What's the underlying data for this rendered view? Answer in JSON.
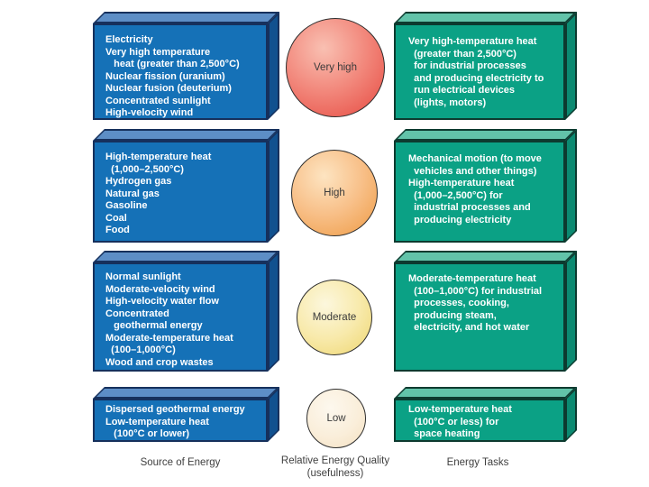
{
  "diagram": {
    "description": "Relative energy quality diagram with four quality levels linking energy sources to energy tasks"
  },
  "columns": {
    "source_label": "Source of Energy",
    "quality_label": "Relative Energy Quality\n(usefulness)",
    "tasks_label": "Energy Tasks"
  },
  "rows": [
    {
      "quality": "Very high",
      "source_text": "Electricity\nVery high temperature\n   heat (greater than 2,500°C)\nNuclear fission (uranium)\nNuclear fusion (deuterium)\nConcentrated sunlight\nHigh-velocity wind",
      "tasks_text": "Very high-temperature heat\n  (greater than 2,500°C)\n  for industrial processes\n  and producing electricity to\n  run electrical devices\n  (lights, motors)"
    },
    {
      "quality": "High",
      "source_text": "High-temperature heat\n  (1,000–2,500°C)\nHydrogen gas\nNatural gas\nGasoline\nCoal\nFood",
      "tasks_text": "Mechanical motion (to move\n  vehicles and other things)\nHigh-temperature heat\n  (1,000–2,500°C) for\n  industrial processes and\n  producing electricity"
    },
    {
      "quality": "Moderate",
      "source_text": "Normal sunlight\nModerate-velocity wind\nHigh-velocity water flow\nConcentrated\n   geothermal energy\nModerate-temperature heat\n  (100–1,000°C)\nWood and crop wastes",
      "tasks_text": "Moderate-temperature heat\n  (100–1,000°C) for industrial\n  processes, cooking,\n  producing steam,\n  electricity, and hot water"
    },
    {
      "quality": "Low",
      "source_text": "Dispersed geothermal energy\nLow-temperature heat\n   (100°C or lower)",
      "tasks_text": "Low-temperature heat\n  (100°C or less) for\n  space heating"
    }
  ],
  "colors": {
    "source_box_face": "#1571b7",
    "source_box_top": "#5d8ec6",
    "source_box_side": "#11518f",
    "source_box_border": "#16305c",
    "task_box_face": "#0ba185",
    "task_box_top": "#62c3a9",
    "task_box_side": "#0b8a71",
    "task_box_border": "#0d3a2f",
    "circle_very_high_light": "#f9c0b2",
    "circle_very_high_dark": "#e64940",
    "circle_high_light": "#fde4c1",
    "circle_high_dark": "#ee9a43",
    "circle_moderate_light": "#fcf7dd",
    "circle_moderate_dark": "#eed66f",
    "circle_low_light": "#fdf8ee",
    "circle_low_dark": "#f4e0c0",
    "box_text": "#ffffff",
    "label_text": "#3f3f3f"
  }
}
